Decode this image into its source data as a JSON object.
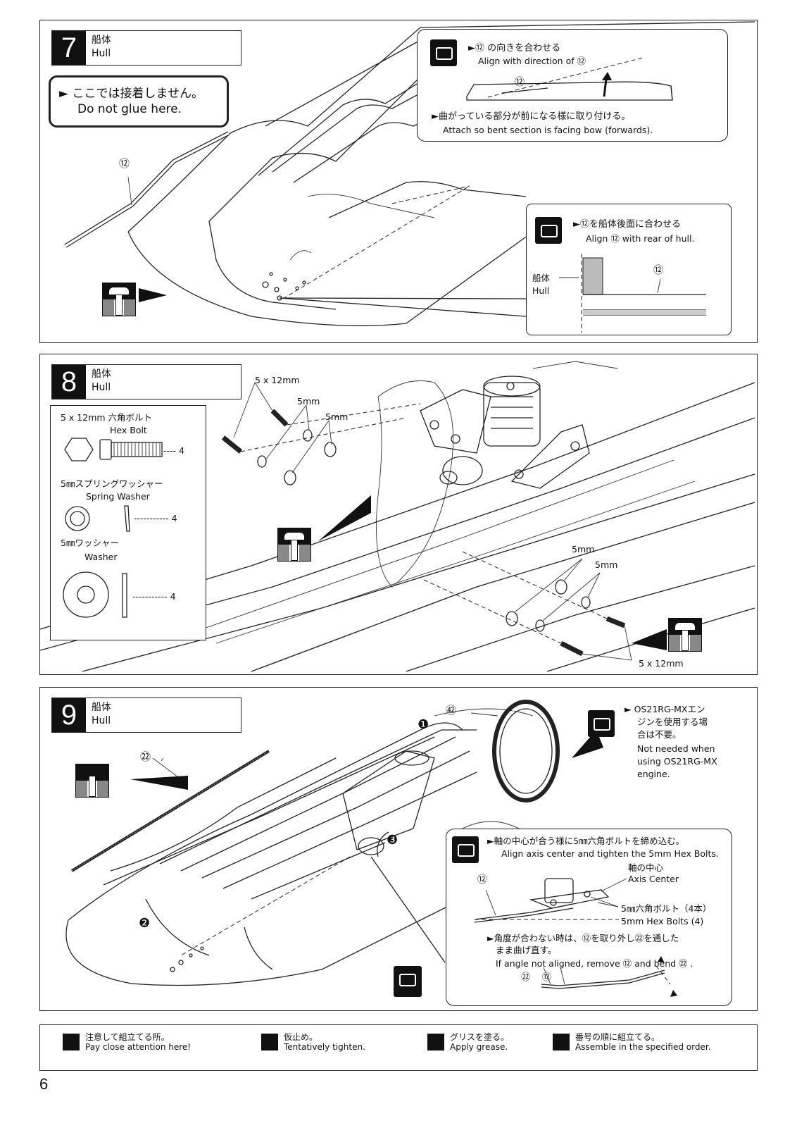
{
  "steps": [
    {
      "number": "7",
      "title_ja": "船体",
      "title_en": "Hull",
      "warning_ja": "► ここでは接着しません。",
      "warning_en": "Do not glue here.",
      "part_12": "⑫",
      "callout_top": {
        "line1_ja": "►⑫ の向きを合わせる",
        "line1_en": "Align with direction of ⑫",
        "line2_ja": "►曲がっている部分が前になる様に取り付ける。",
        "line2_en": "Attach so bent section is facing bow (forwards)."
      },
      "callout_rear": {
        "line1_ja": "►⑫を船体後面に合わせる",
        "line1_en": "Align ⑫ with rear of hull.",
        "hull_ja": "船体",
        "hull_en": "Hull"
      }
    },
    {
      "number": "8",
      "title_ja": "船体",
      "title_en": "Hull",
      "parts": {
        "bolt_ja": "5 x 12mm 六角ボルト",
        "bolt_en": "Hex Bolt",
        "bolt_qty": "---- 4",
        "spring_ja": "5㎜スプリングワッシャー",
        "spring_en": "Spring Washer",
        "spring_qty": "----------- 4",
        "washer_ja": "5㎜ワッシャー",
        "washer_en": "Washer",
        "washer_qty": "----------- 4"
      },
      "labels": {
        "bolt_a": "5 x 12mm",
        "w5_a": "5mm",
        "w5_b": "5mm",
        "w5_c": "5mm",
        "w5_d": "5mm",
        "bolt_b": "5 x 12mm"
      }
    },
    {
      "number": "9",
      "title_ja": "船体",
      "title_en": "Hull",
      "part_72": "㉒",
      "part_42": "㊷",
      "seq1": "❶",
      "seq2": "❷",
      "seq3": "❸",
      "os_note": {
        "l1": "► OS21RG-MXエン",
        "l2": "ジンを使用する場",
        "l3": "合は不要。",
        "l4": "Not needed when",
        "l5": "using OS21RG-MX",
        "l6": "engine."
      },
      "axis_note": {
        "l1_ja": "►軸の中心が合う様に5㎜六角ボルトを締め込む。",
        "l1_en": "Align axis center and tighten the 5mm Hex Bolts.",
        "axis_ja": "軸の中心",
        "axis_en": "Axis Center",
        "bolts_ja": "5㎜六角ボルト（4本）",
        "bolts_en": "5mm Hex Bolts (4)",
        "l2_ja": "►角度が合わない時は、⑫を取り外し㉒を通した",
        "l2b_ja": "まま曲げ直す。",
        "l2_en": "If angle not aligned, remove ⑫ and bend ㉒ ."
      }
    }
  ],
  "legend": [
    {
      "ja": "注意して組立てる所。",
      "en": "Pay close attention here!",
      "icon": "pointing-hand-icon"
    },
    {
      "ja": "仮止め。",
      "en": "Tentatively tighten.",
      "icon": "tentative-bolt-icon"
    },
    {
      "ja": "グリスを塗る。",
      "en": "Apply grease.",
      "icon": "grease-icon"
    },
    {
      "ja": "番号の順に組立てる。",
      "en": "Assemble in the specified order.",
      "icon": "order-icon"
    }
  ],
  "page_number": "6"
}
